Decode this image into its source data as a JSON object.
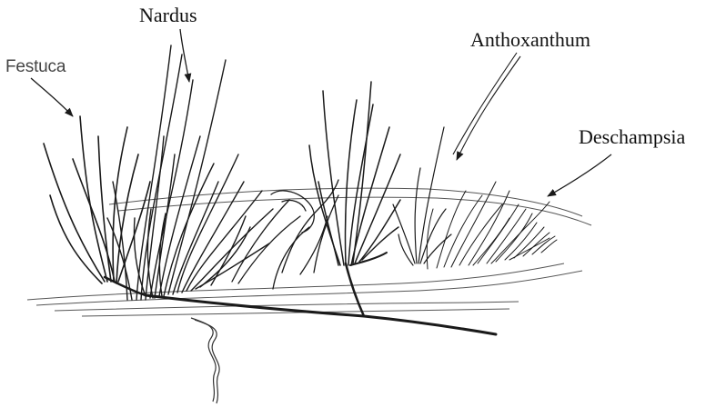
{
  "labels": {
    "nardus": "Nardus",
    "festuca": "Festuca",
    "anthoxanthum": "Anthoxanthum",
    "deschampsia": "Deschampsia"
  },
  "colors": {
    "ink": "#1a1a1a",
    "background": "#ffffff"
  }
}
